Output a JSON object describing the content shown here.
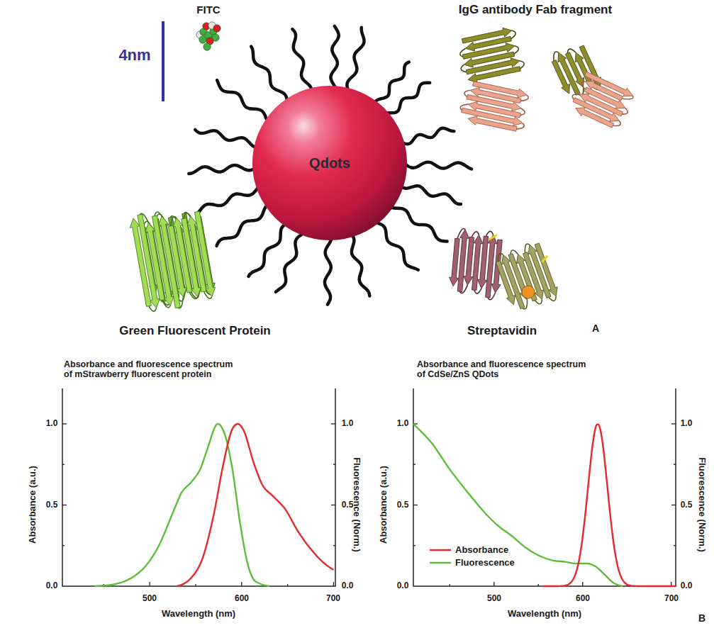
{
  "diagram": {
    "nodes": [
      {
        "text": [
          "Qdots"
        ]
      }
    ],
    "labels": [
      "FITC",
      "IgG antibody Fab fragment",
      "4nm",
      "Green Fluorescent Protein",
      "Streptavidin",
      "A",
      "Absorbance and fluorescence spectrum of mStrawberry fluorescent protein",
      "Absorbance (a.u.)",
      "1.0",
      "0.5",
      "0.0",
      "Fluorescence (Norm.)",
      "1.0",
      "0.5",
      "0.0",
      "500",
      "600",
      "700",
      "Wavelength (nm)",
      "Absorbance and fluorescence spectrum of CdSe/ZnS QDots",
      "Absorbance (a.u.)",
      "1.0",
      "0.5",
      "0.0",
      "Fluorescence (Norm.)",
      "1.0",
      "0.5",
      "0.0",
      "500",
      "600",
      "700",
      "Wavelength (nm)",
      "B"
    ],
    "legend": [
      {
        "text": "Absorbance"
      },
      {
        "text": "Fluorescence"
      }
    ]
  }
}
